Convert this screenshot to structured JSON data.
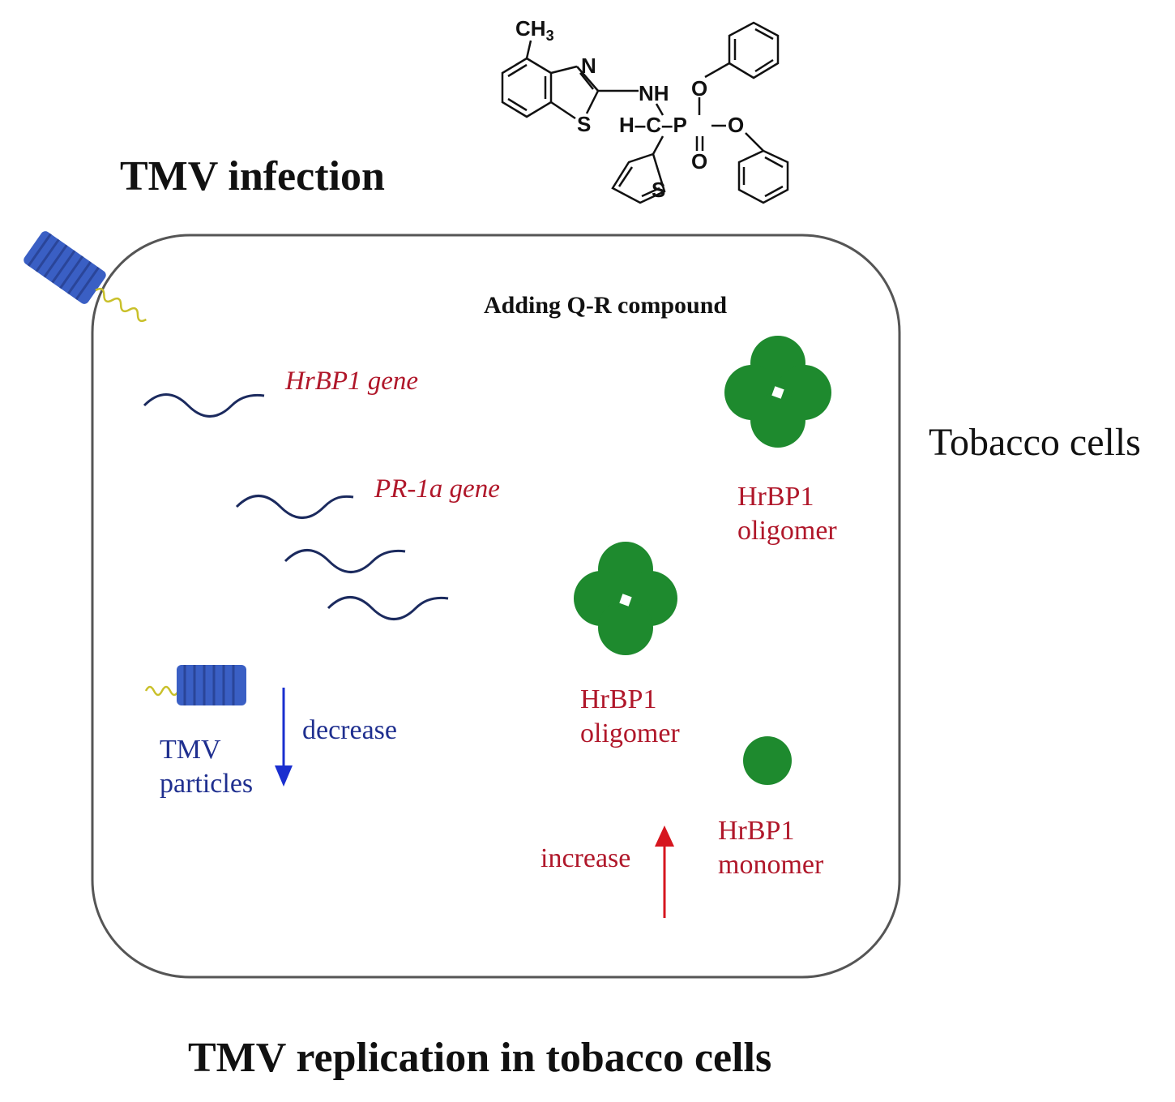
{
  "titles": {
    "infection": "TMV infection",
    "bottom": "TMV replication in tobacco cells",
    "cell_label": "Tobacco cells"
  },
  "compound": {
    "label": "Adding Q-R compound",
    "atoms": {
      "ch3": "CH",
      "ch3_sub": "3",
      "n": "N",
      "nh": "NH",
      "s_ring": "S",
      "h_c": "H–C–P",
      "o_top": "O",
      "o_right": "O",
      "o_double": "O",
      "s_thiophene": "S"
    }
  },
  "genes": {
    "hrbp1": "HrBP1 gene",
    "pr1a": "PR-1a gene"
  },
  "oligomer_top": {
    "line1": "HrBP1",
    "line2": "oligomer"
  },
  "oligomer_mid": {
    "line1": "HrBP1",
    "line2": "oligomer"
  },
  "monomer": {
    "line1": "HrBP1",
    "line2": "monomer"
  },
  "arrows": {
    "increase": "increase",
    "decrease": "decrease"
  },
  "tmv_particles": {
    "line1": "TMV",
    "line2": "particles"
  },
  "colors": {
    "protein_green": "#1e8a2e",
    "label_red": "#b0172a",
    "label_blue": "#1f2f8f",
    "virus_blue": "#3a5fc4",
    "rna_yellow": "#c9c02a",
    "wave_navy": "#1b2a5e"
  }
}
